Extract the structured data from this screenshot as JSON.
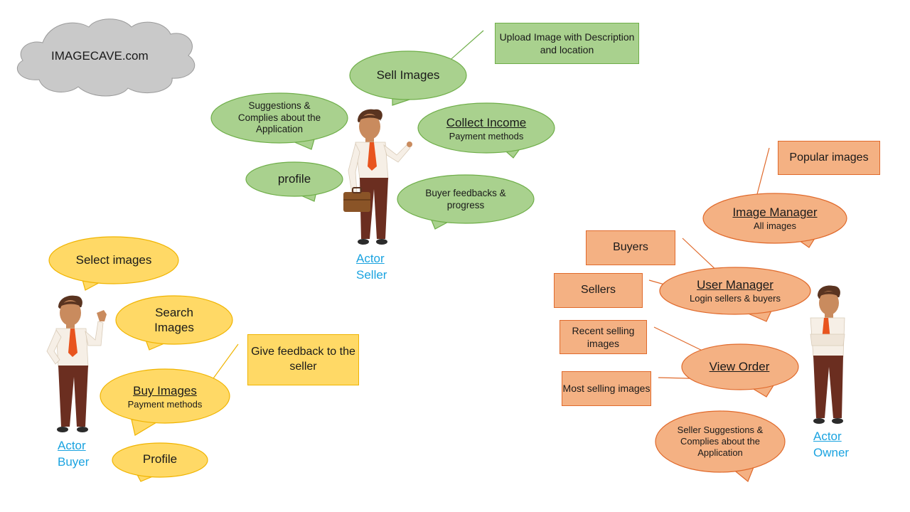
{
  "cloud": {
    "text": "IMAGECAVE.com"
  },
  "seller": {
    "actor": {
      "line1": "Actor",
      "line2": "Seller"
    },
    "sell_images": "Sell Images",
    "upload_box": "Upload Image with Description and location",
    "suggestions": "Suggestions & Complies about the Application",
    "collect_income": {
      "title": "Collect Income",
      "sub": "Payment methods"
    },
    "profile": "profile",
    "buyer_feedbacks": "Buyer feedbacks & progress"
  },
  "buyer": {
    "actor": {
      "line1": "Actor",
      "line2": "Buyer"
    },
    "select_images": "Select images",
    "search_images": "Search Images",
    "feedback_box": "Give feedback to the seller",
    "buy_images": {
      "title": "Buy Images",
      "sub": "Payment methods"
    },
    "profile": "Profile"
  },
  "owner": {
    "actor": {
      "line1": "Actor",
      "line2": "Owner"
    },
    "popular_images": "Popular images",
    "image_manager": {
      "title": "Image Manager",
      "sub": "All images"
    },
    "buyers": "Buyers",
    "sellers": "Sellers",
    "user_manager": {
      "title": "User Manager",
      "sub": "Login sellers & buyers"
    },
    "recent_selling": "Recent selling images",
    "most_selling": "Most selling images",
    "view_order": "View Order",
    "seller_suggestions": "Seller Suggestions & Complies about the Application"
  },
  "colors": {
    "green_fill": "#a9d18e",
    "green_stroke": "#6fae49",
    "yellow_fill": "#ffd966",
    "yellow_stroke": "#f0b400",
    "salmon_fill": "#f4b183",
    "salmon_stroke": "#e06a2c",
    "cloud_fill": "#c9c9c9",
    "actor_label": "#1aa3e0"
  }
}
